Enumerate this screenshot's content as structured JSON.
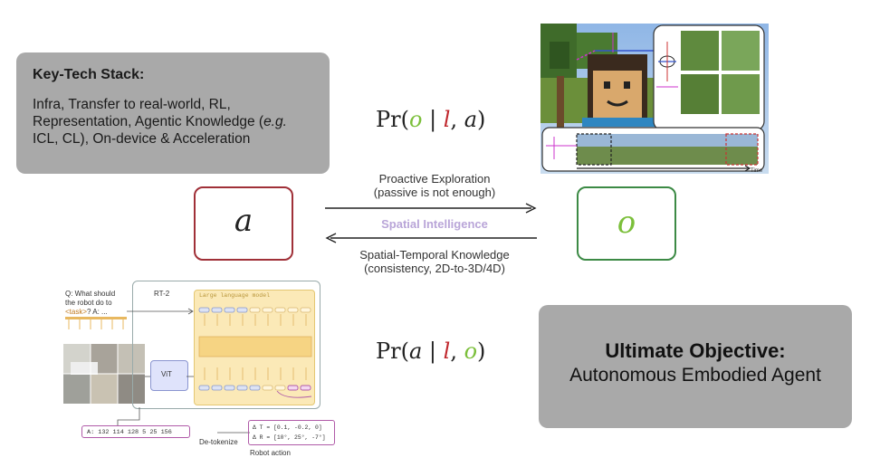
{
  "key_tech": {
    "title": "Key-Tech Stack:",
    "line1": "Infra, Transfer to real-world, RL,",
    "line2_pre": "Representation, Agentic Knowledge (",
    "line2_eg": "e.g.",
    "line3": "ICL, CL), On-device & Acceleration"
  },
  "formula_top": {
    "pr": "Pr(",
    "o": "o",
    "bar": " | ",
    "l": "l",
    "comma": ", ",
    "a": "a",
    "close": ")"
  },
  "formula_bottom": {
    "pr": "Pr(",
    "a": "a",
    "bar": " | ",
    "l": "l",
    "comma": ", ",
    "o": "o",
    "close": ")"
  },
  "box_a": {
    "label": "a"
  },
  "box_o": {
    "label": "o"
  },
  "arrows": {
    "top_line1": "Proactive Exploration",
    "top_line2": "(passive is not enough)",
    "middle": "Spatial Intelligence",
    "bottom_line1": "Spatial-Temporal Knowledge",
    "bottom_line2": "(consistency, 2D-to-3D/4D)"
  },
  "ultimate": {
    "title": "Ultimate Objective:",
    "subtitle": "Autonomous Embodied Agent"
  },
  "minecraft": {
    "time_label": "Time"
  },
  "rt2": {
    "question_l1": "Q: What should",
    "question_l2": "the robot do to",
    "question_l3_task": "<task>",
    "question_l3_rest": "? A: ...",
    "title": "RT-2",
    "llm_label": "Large language model",
    "vit_label": "ViT",
    "tokens": "A:   132 114 128 5 25 156",
    "detokenize": "De-tokenize",
    "delta_t": "Δ T = [0.1, -0.2, 0]",
    "delta_r": "Δ R = [10°, 25°, -7°]",
    "robot_action": "Robot action"
  },
  "colors": {
    "a_border": "#a03038",
    "o_border": "#3c8a45",
    "o_var": "#7bbf3a",
    "l_var": "#c0282e",
    "spatial": "#b9a5d8",
    "gray_box": "#a9a9a9"
  }
}
